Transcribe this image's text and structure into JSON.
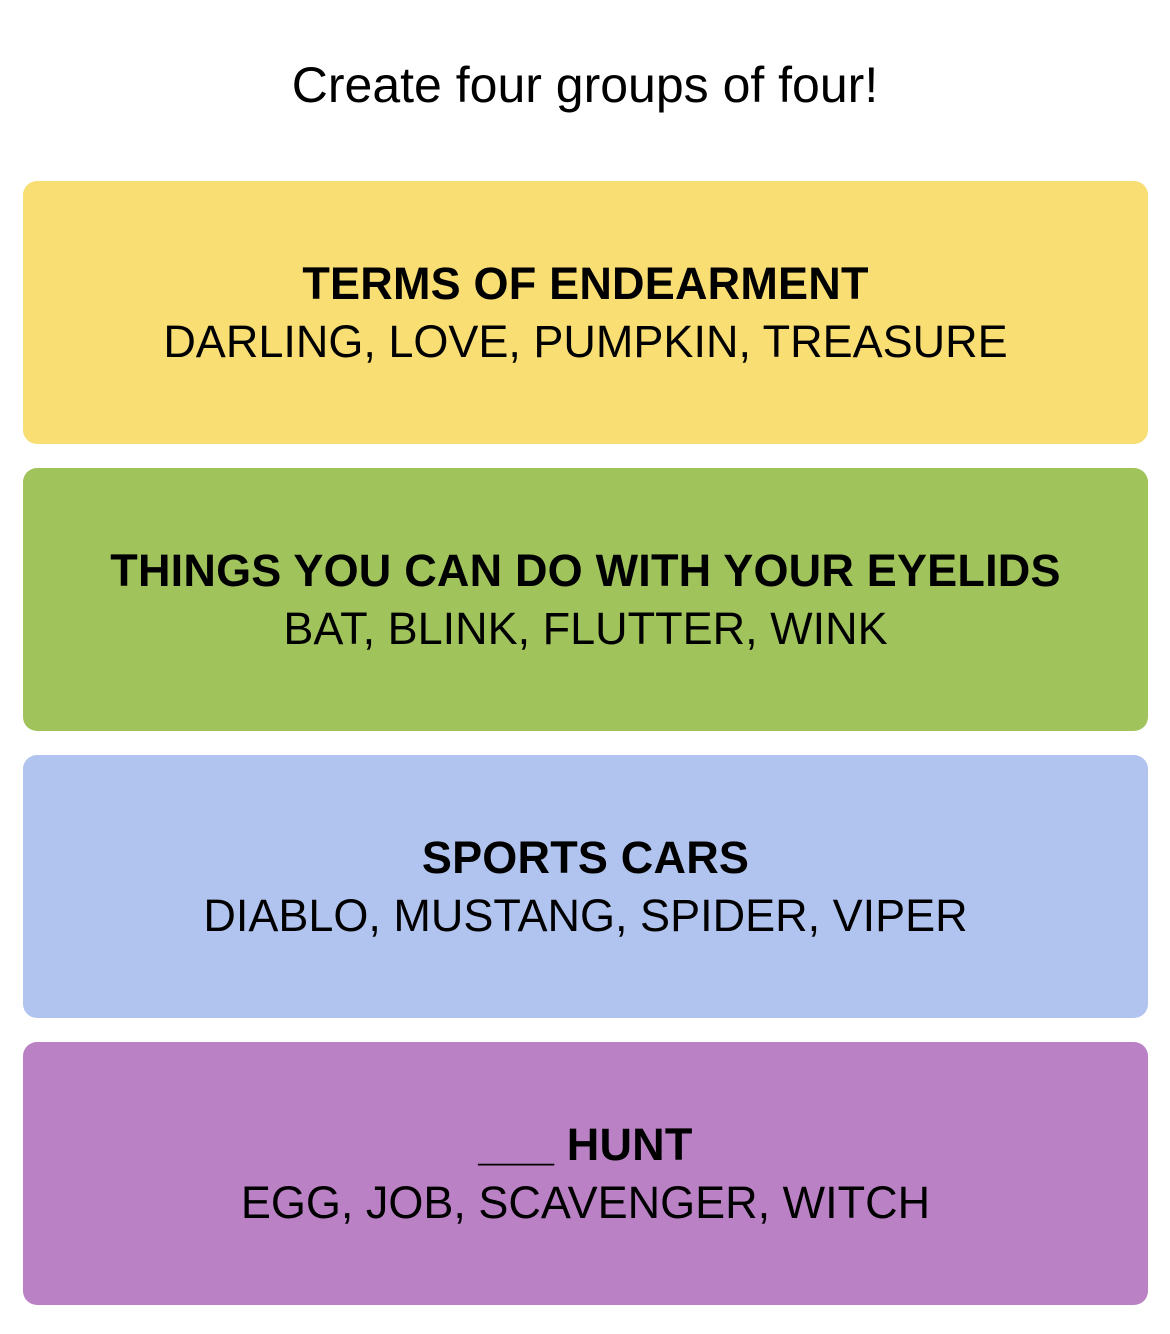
{
  "instructions": "Create four groups of four!",
  "colors": {
    "yellow": "#F8DE73",
    "green": "#A1C35B",
    "blue": "#B1C4EF",
    "purple": "#BA81C5"
  },
  "groups": [
    {
      "title": "TERMS OF ENDEARMENT",
      "members": "DARLING, LOVE, PUMPKIN, TREASURE",
      "color": "#F8DE73"
    },
    {
      "title": "THINGS YOU CAN DO WITH YOUR EYELIDS",
      "members": "BAT, BLINK, FLUTTER, WINK",
      "color": "#A1C35B"
    },
    {
      "title": "SPORTS CARS",
      "members": "DIABLO, MUSTANG, SPIDER, VIPER",
      "color": "#B1C4EF"
    },
    {
      "title": "___ HUNT",
      "members": "EGG, JOB, SCAVENGER, WITCH",
      "color": "#BA81C5"
    }
  ]
}
